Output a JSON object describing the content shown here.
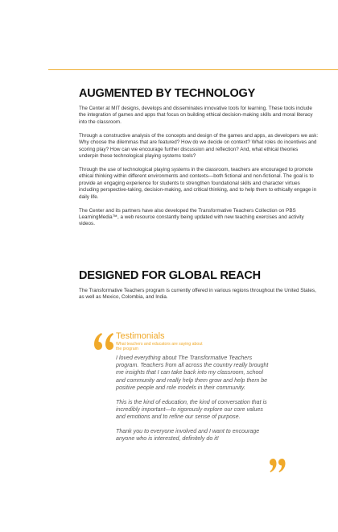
{
  "section1": {
    "heading": "AUGMENTED BY TECHNOLOGY",
    "paragraphs": [
      "The Center at MIT designs, develops and disseminates innovative tools for learning. These tools include the integration of games and apps that focus on building ethical decision-making skills and moral literacy into the classroom.",
      "Through a constructive analysis of the concepts and design of the games and apps, as developers we ask: Why choose the dilemmas that are featured? How do we decide on context? What roles do incentives and scoring play? How can we encourage further discussion and reflection? And, what ethical theories underpin these technological playing systems tools?",
      "Through the use of technological playing systems in the classroom, teachers are encouraged to promote ethical thinking within different environments and contexts—both fictional and non-fictional. The goal is to provide an engaging experience for students to strengthen foundational skills and character virtues including perspective-taking, decision-making, and critical thinking, and to help them to ethically engage in daily life.",
      "The Center and its partners have also developed the Transformative Teachers Collection on PBS LearningMedia™, a web resource constantly being updated with new teaching exercises and activity videos."
    ]
  },
  "section2": {
    "heading": "DESIGNED FOR GLOBAL REACH",
    "paragraph": "The Transformative Teachers program is currently offered in various regions throughout the United States, as well as Mexico, Colombia, and India."
  },
  "testimonials": {
    "title": "Testimonials",
    "subtitle": "What teachers and educators are saying about the program",
    "quotes": [
      "I loved everything about The Transformative Teachers program. Teachers from all across the country really brought me insights that I can take back into my classroom, school and community and really help them grow and help them be positive people and role models in their community.",
      "This is the kind of education, the kind of conversation that is incredibly important—to rigorously explore our core values and emotions and to refine our sense of purpose.",
      "Thank you to everyone involved and I want to encourage anyone who is interested, definitely do it!"
    ]
  },
  "colors": {
    "accent": "#f0a92a",
    "rule": "#f0b23a"
  },
  "icons": {
    "open": "open-quote-icon",
    "close": "close-quote-icon"
  }
}
